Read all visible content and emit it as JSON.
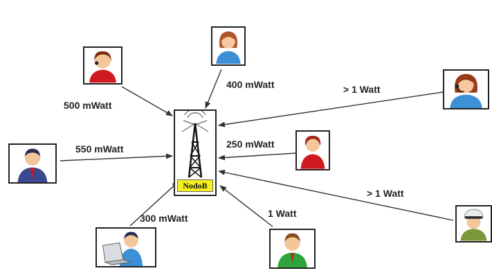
{
  "node": {
    "label": "NodoB"
  },
  "links": [
    {
      "id": "user-top-left",
      "power": "500 mWatt",
      "icon": "businesswoman-red-icon"
    },
    {
      "id": "user-top",
      "power": "400 mWatt",
      "icon": "woman-blue-icon"
    },
    {
      "id": "user-left",
      "power": "550 mWatt",
      "icon": "businessman-icon"
    },
    {
      "id": "user-top-right",
      "power": "> 1 Watt",
      "icon": "headset-operator-icon"
    },
    {
      "id": "user-mid-right",
      "power": "250 mWatt",
      "icon": "woman-red-icon"
    },
    {
      "id": "user-right",
      "power": "> 1 Watt",
      "icon": "officer-icon"
    },
    {
      "id": "user-bottom-left",
      "power": "300 mWatt",
      "icon": "laptop-user-icon"
    },
    {
      "id": "user-bottom",
      "power": "1 Watt",
      "icon": "man-green-icon"
    }
  ]
}
